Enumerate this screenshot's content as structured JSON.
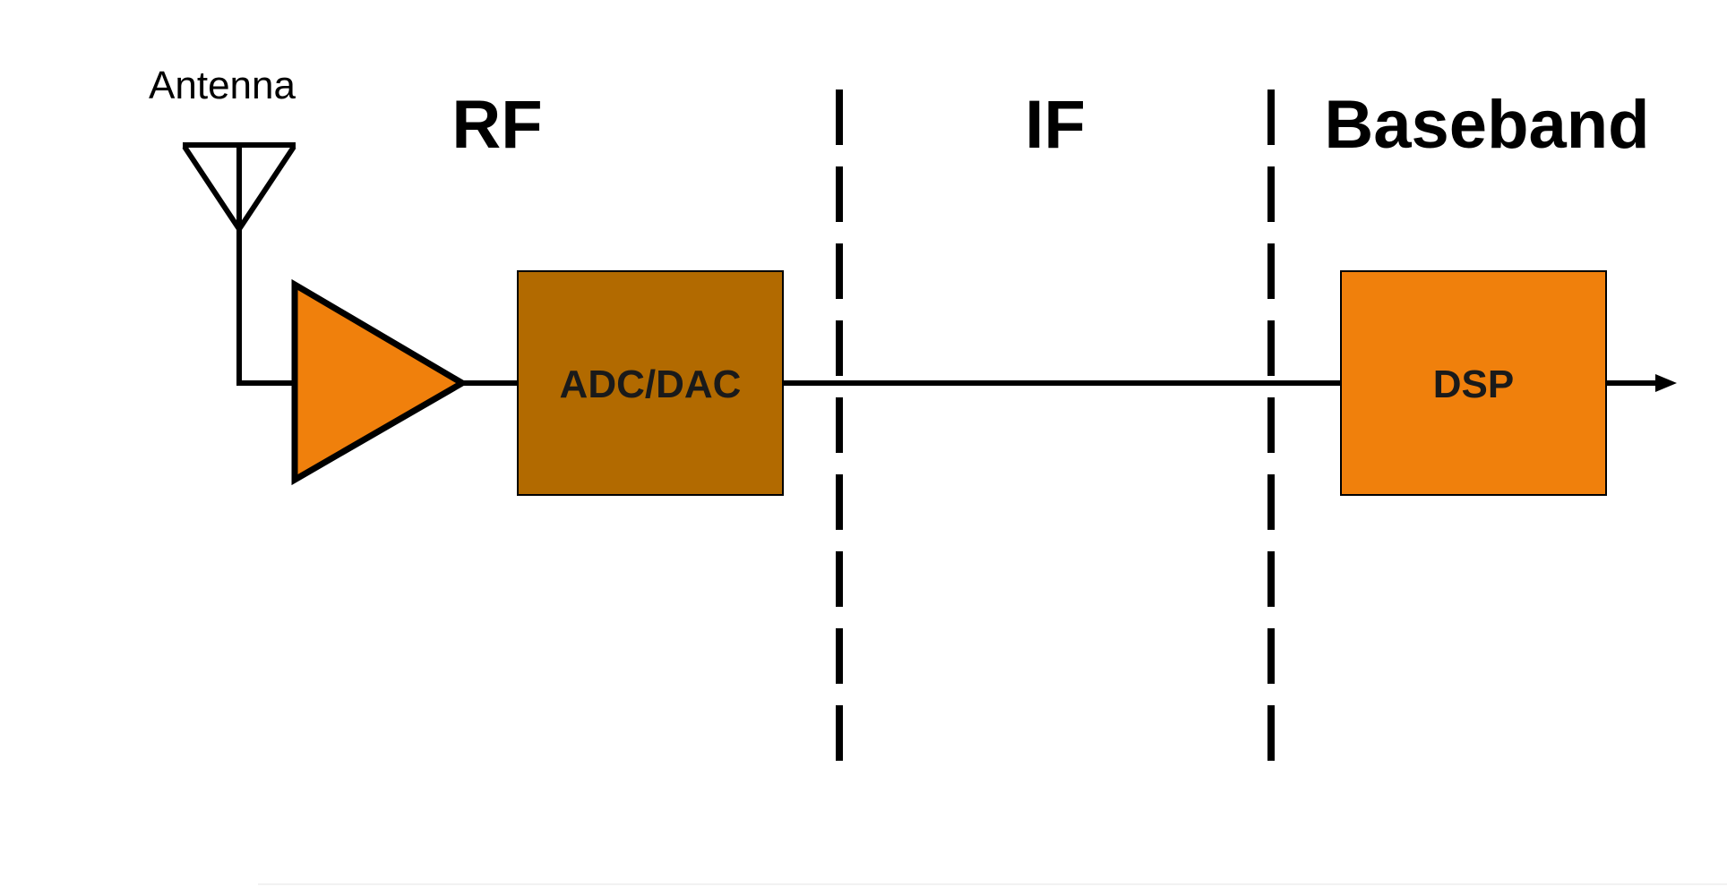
{
  "antenna": {
    "label": "Antenna"
  },
  "sections": {
    "rf": "RF",
    "if": "IF",
    "baseband": "Baseband"
  },
  "blocks": {
    "adc_dac": {
      "label": "ADC/DAC",
      "color": "#B26A00"
    },
    "dsp": {
      "label": "DSP",
      "color": "#F0800C"
    }
  },
  "amplifier": {
    "color": "#F0800C"
  },
  "colors": {
    "line": "#000000",
    "background": "#FFFFFF"
  }
}
